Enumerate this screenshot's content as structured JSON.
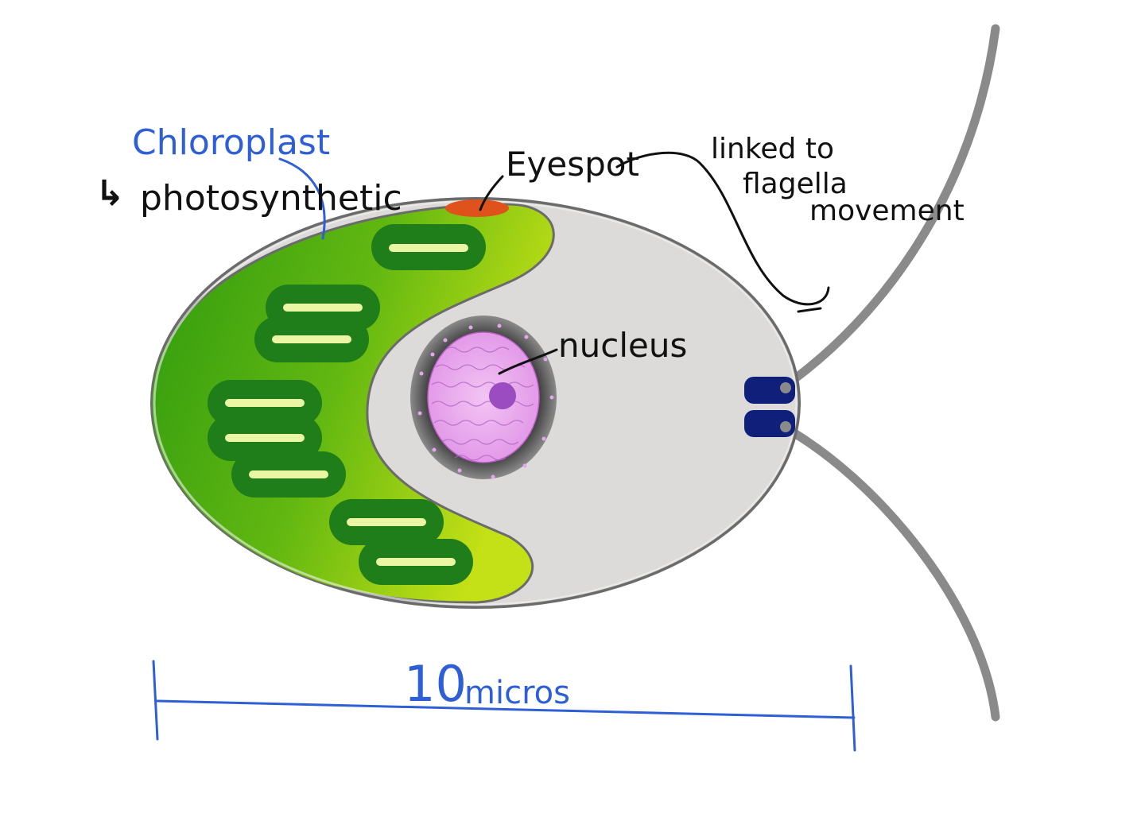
{
  "labels": {
    "chloroplast": "Chloroplast",
    "chloroplast_note_arrow": "↳",
    "chloroplast_note": "photosynthetic",
    "eyespot": "Eyespot",
    "eyespot_note_line1": "linked to",
    "eyespot_note_line2": "flagella",
    "eyespot_note_line3": "movement",
    "nucleus": "nucleus",
    "scale_value": "10",
    "scale_unit": "micros"
  },
  "colors": {
    "annotation_blue": "#2f5fd6",
    "annotation_black": "#111111",
    "cytoplasm": "#dcdbd9",
    "cell_outline": "#6b6b6b",
    "chloroplast_dark": "#2e9a10",
    "chloroplast_light": "#b7dc14",
    "thylakoid": "#1f7d1a",
    "thylakoid_lumen": "#eaf6a4",
    "eyespot": "#e0521c",
    "nucleus_envelope": "#4a4a4a",
    "nucleoplasm": "#e9a8ee",
    "nucleolus": "#9a4cc0",
    "basal_body": "#0f1f7a",
    "flagellum": "#8a8a8a"
  }
}
